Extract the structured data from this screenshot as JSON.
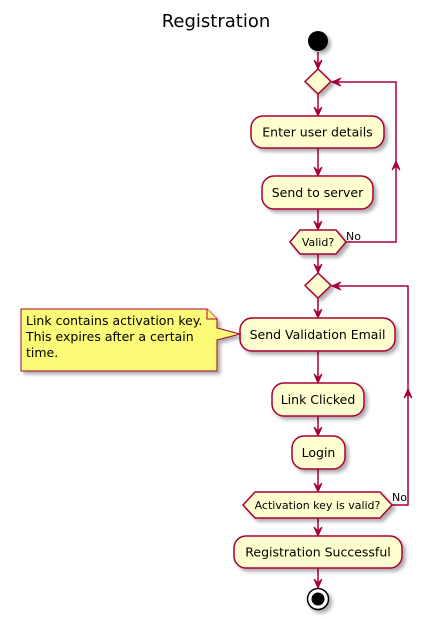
{
  "title": "Registration",
  "colors": {
    "node_fill": "#FEFECE",
    "node_stroke": "#A80036",
    "edge": "#A80036",
    "note_fill": "#FBFB77",
    "start": "#000000"
  },
  "nodes": {
    "enter_details": "Enter user details",
    "send_server": "Send to server",
    "valid": "Valid?",
    "send_email": "Send Validation Email",
    "link_clicked": "Link Clicked",
    "login": "Login",
    "key_valid": "Activation key is valid?",
    "success": "Registration Successful"
  },
  "edge_labels": {
    "valid_no": "No",
    "key_valid_no": "No"
  },
  "note": {
    "line1": "Link contains activation key.",
    "line2": "This expires after a certain",
    "line3": "time."
  }
}
